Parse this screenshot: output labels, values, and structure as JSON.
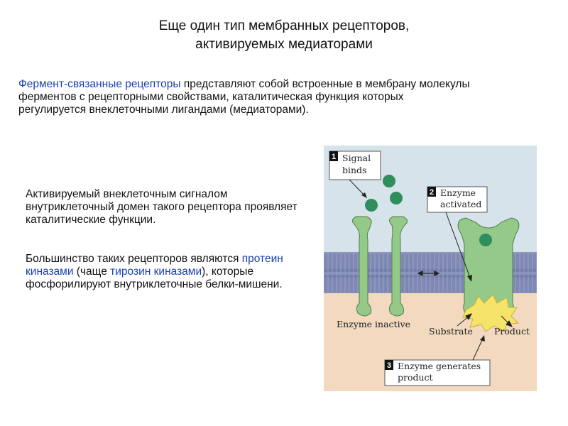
{
  "title": {
    "line1": "Еще один тип мембранных рецепторов,",
    "line2": "активируемых медиаторами"
  },
  "intro": {
    "highlight": "Фермент-связанные рецепторы",
    "rest": " представляют собой встроенные в мембрану молекулы ферментов с рецепторными свойствами, каталитическая функция которых регулируется внеклеточными лигандами (медиаторами)."
  },
  "paragraph1": "Активируемый внеклеточным сигналом внутриклеточный домен такого рецептора проявляет каталитические функции.",
  "paragraph2": {
    "part1": "Большинство таких рецепторов являются ",
    "link1": "протеин киназами",
    "part2": " (чаще ",
    "link2": "тирозин киназами",
    "part3": "), которые фосфорилируют внутриклеточные белки-мишени."
  },
  "figure": {
    "step1": {
      "number": "1",
      "line1": "Signal",
      "line2": "binds"
    },
    "step2": {
      "number": "2",
      "line1": "Enzyme",
      "line2": "activated"
    },
    "step3": {
      "number": "3",
      "line1": "Enzyme generates",
      "line2": "product"
    },
    "label_inactive": "Enzyme inactive",
    "label_substrate": "Substrate",
    "label_product": "Product",
    "colors": {
      "extracellular": "#d6e3ea",
      "intracellular": "#f2d9bf",
      "membrane": "#8c96bd",
      "receptor": "#94c98a",
      "signal": "#2f8d5e",
      "burst": "#f6e36a"
    }
  }
}
